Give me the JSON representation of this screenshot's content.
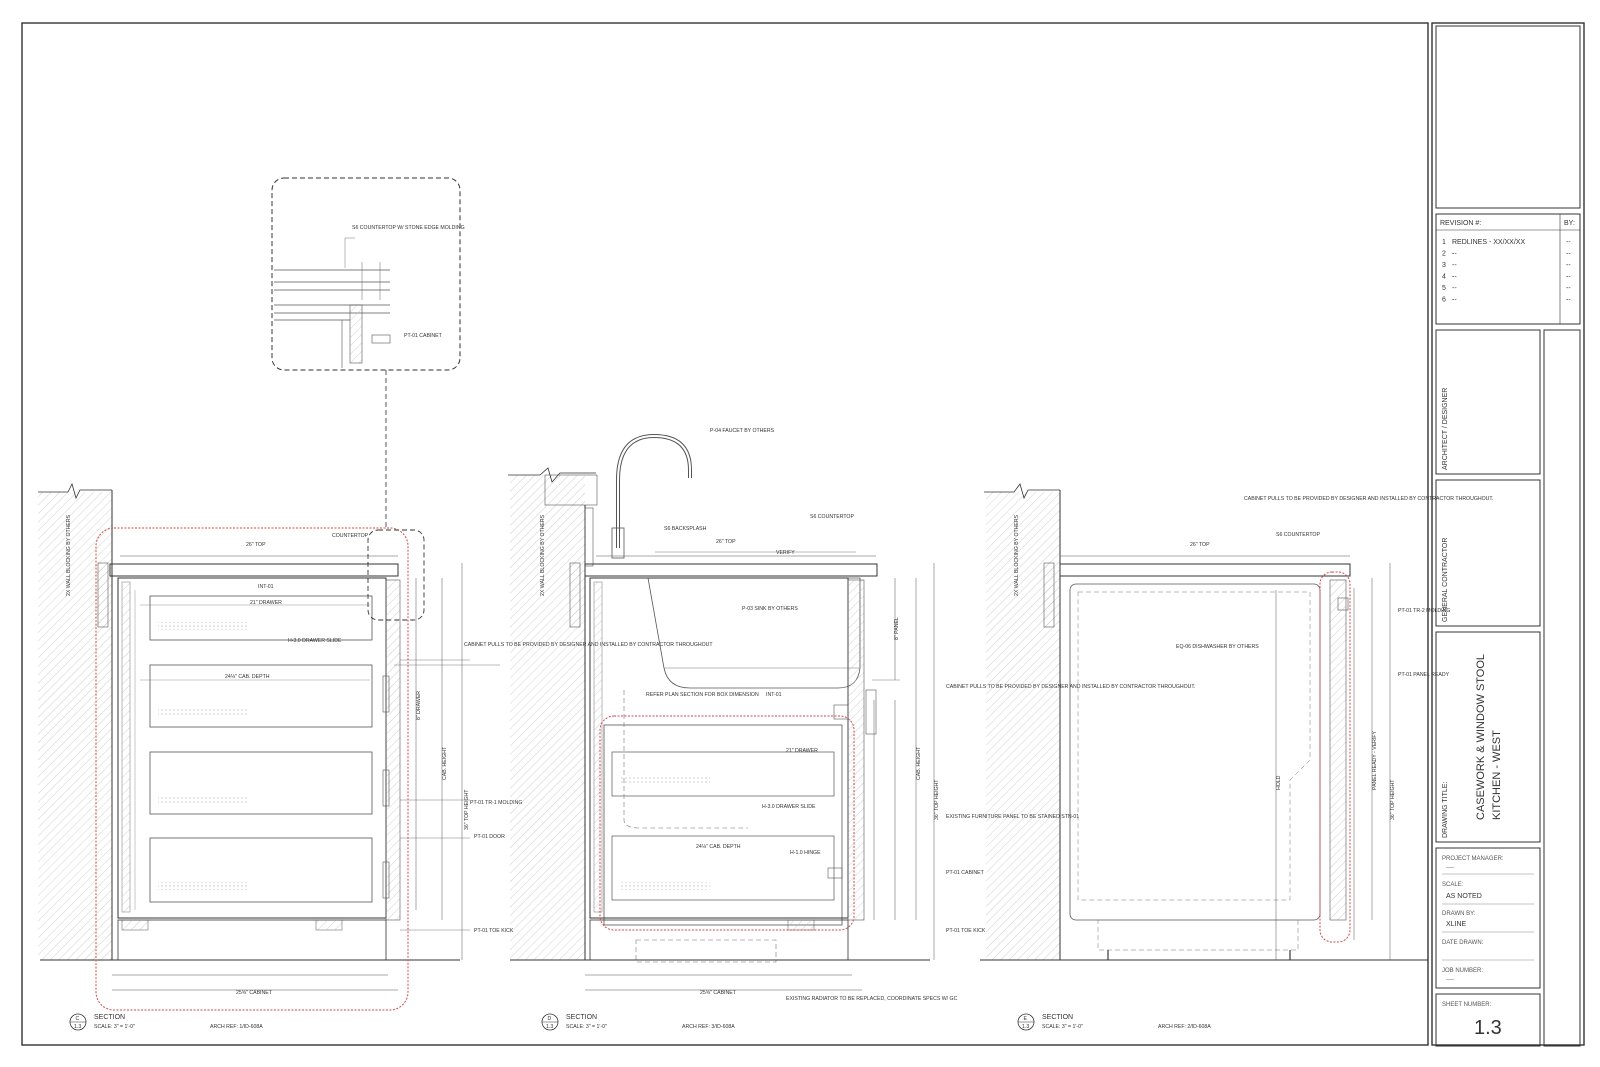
{
  "section_c": {
    "tag": "C",
    "tag_sheet": "1.3",
    "title": "SECTION",
    "scale": "SCALE: 3\" = 1'-0\"",
    "ref": "ARCH REF: 1/ID-608A",
    "labels": {
      "blocking": "2X WALL BLOCKING BY OTHERS",
      "top": "26\" TOP",
      "countertop": "COUNTERTOP",
      "int": "INT-01",
      "drawer": "21\" DRAWER",
      "slide": "H-3.0 DRAWER SLIDE",
      "depth": "24⅛\" CAB. DEPTH",
      "pulls": "CABINET PULLS TO BE PROVIDED BY DESIGNER AND INSTALLED BY CONTRACTOR THROUGHOUT",
      "molding": "PT-01 TR-1 MOLDING",
      "door": "PT-01 DOOR",
      "toekick": "PT-01 TOE KICK",
      "cabinet": "25⅝\" CABINET",
      "topheight": "36\" TOP HEIGHT",
      "cabheight": "CAB. HEIGHT",
      "drawer_v": "8\" DRAWER"
    }
  },
  "section_d": {
    "tag": "D",
    "tag_sheet": "1.3",
    "title": "SECTION",
    "scale": "SCALE: 3\" = 1'-0\"",
    "ref": "ARCH REF: 3/ID-608A",
    "labels": {
      "blocking": "2X WALL BLOCKING BY OTHERS",
      "faucet": "P-04 FAUCET BY OTHERS",
      "backsplash": "S6 BACKSPLASH",
      "countertop": "S6 COUNTERTOP",
      "top": "26\" TOP",
      "verify": "VERIFY",
      "sink": "P-03 SINK BY OTHERS",
      "panel": "8\" PANEL",
      "refer": "REFER PLAN SECTION FOR BOX DIMENSION",
      "int": "INT-01",
      "drawer": "21\" DRAWER",
      "slide": "H-3.0 DRAWER SLIDE",
      "depth": "24⅛\" CAB. DEPTH",
      "hinge": "H-1.0 HINGE",
      "pulls": "CABINET PULLS TO BE PROVIDED BY DESIGNER AND INSTALLED BY CONTRACTOR THROUGHOUT.",
      "furniture": "EXISTING FURNITURE PANEL TO BE STAINED STN-01",
      "cab": "PT-01 CABINET",
      "toekick": "PT-01 TOE KICK",
      "cabinet": "25⅝\" CABINET",
      "radiator": "EXISTING RADIATOR TO BE REPLACED, COORDINATE SPECS W/ GC",
      "topheight": "36\" TOP HEIGHT",
      "cabheight": "CAB. HEIGHT"
    }
  },
  "section_e": {
    "tag": "E",
    "tag_sheet": "1.3",
    "title": "SECTION",
    "scale": "SCALE: 3\" = 1'-0\"",
    "ref": "ARCH REF: 2/ID-608A",
    "labels": {
      "blocking": "2X WALL BLOCKING BY OTHERS",
      "pulls": "CABINET PULLS TO BE PROVIDED BY DESIGNER AND INSTALLED BY CONTRACTOR THROUGHOUT.",
      "countertop": "S6 COUNTERTOP",
      "top": "26\" TOP",
      "dishwasher": "EQ-06 DISHWASHER BY OTHERS",
      "molding": "PT-01 TR-2 MOLDING",
      "panel": "PT-01 PANEL READY",
      "hold": "HOLD",
      "panelready": "PANEL READY - VERIFY",
      "topheight": "36\" TOP HEIGHT"
    }
  },
  "detail": {
    "stone": "S6 COUNTERTOP W/ STONE EDGE MOLDING",
    "cabinet": "PT-01 CABINET"
  },
  "title_block": {
    "revision_header": "REVISION #:",
    "by_header": "BY:",
    "revisions": [
      {
        "num": "1",
        "text": "REDLINES - XX/XX/XX",
        "by": "--"
      },
      {
        "num": "2",
        "text": "--",
        "by": "--"
      },
      {
        "num": "3",
        "text": "--",
        "by": "--"
      },
      {
        "num": "4",
        "text": "--",
        "by": "--"
      },
      {
        "num": "5",
        "text": "--",
        "by": "--"
      },
      {
        "num": "6",
        "text": "--",
        "by": "--"
      }
    ],
    "architect": "ARCHITECT / DESIGNER",
    "contractor": "GENERAL CONTRACTOR",
    "drawing_title_label": "DRAWING TITLE:",
    "drawing_title_1": "CASEWORK & WINDOW STOOL",
    "drawing_title_2": "KITCHEN - WEST",
    "project_manager_label": "PROJECT MANAGER:",
    "project_manager": "----",
    "scale_label": "SCALE:",
    "scale": "AS NOTED",
    "drawn_by_label": "DRAWN BY:",
    "drawn_by": "XLINE",
    "date_label": "DATE DRAWN:",
    "job_label": "JOB NUMBER:",
    "job": "----",
    "sheet_label": "SHEET NUMBER:",
    "sheet": "1.3"
  }
}
